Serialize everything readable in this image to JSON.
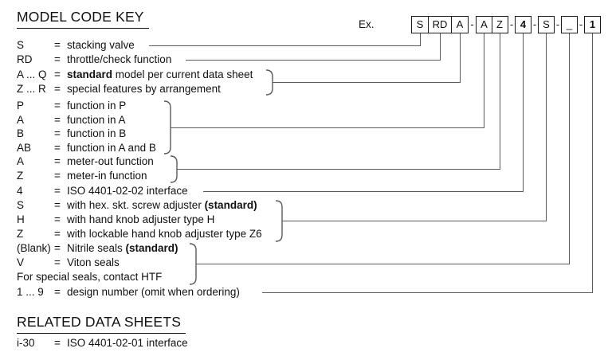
{
  "title": "MODEL CODE KEY",
  "example": {
    "label": "Ex.",
    "segments": [
      {
        "type": "box",
        "text": "S",
        "bold": false
      },
      {
        "type": "box",
        "text": "RD",
        "bold": false
      },
      {
        "type": "box",
        "text": "A",
        "bold": false
      },
      {
        "type": "sep",
        "text": "-"
      },
      {
        "type": "box",
        "text": "A",
        "bold": false
      },
      {
        "type": "box",
        "text": "Z",
        "bold": false
      },
      {
        "type": "sep",
        "text": "-"
      },
      {
        "type": "box",
        "text": "4",
        "bold": true
      },
      {
        "type": "sep",
        "text": "-"
      },
      {
        "type": "box",
        "text": "S",
        "bold": false
      },
      {
        "type": "sep",
        "text": "-"
      },
      {
        "type": "box",
        "text": "_",
        "bold": false
      },
      {
        "type": "sep",
        "text": "-"
      },
      {
        "type": "box",
        "text": "1",
        "bold": true
      }
    ]
  },
  "rows": [
    {
      "code": "S",
      "eq": "=",
      "pre": "stacking valve"
    },
    {
      "code": "RD",
      "eq": "=",
      "pre": "throttle/check function"
    },
    {
      "code": "A ... Q",
      "eq": "=",
      "pre": "",
      "bold": "standard",
      "post": " model per current data sheet"
    },
    {
      "code": "Z ... R",
      "eq": "=",
      "pre": "special features by arrangement"
    },
    {
      "code": "P",
      "eq": "=",
      "pre": "function in P"
    },
    {
      "code": "A",
      "eq": "=",
      "pre": "function in A"
    },
    {
      "code": "B",
      "eq": "=",
      "pre": "function in B"
    },
    {
      "code": "AB",
      "eq": "=",
      "pre": "function in A and B"
    },
    {
      "code": "A",
      "eq": "=",
      "pre": "meter-out function"
    },
    {
      "code": "Z",
      "eq": "=",
      "pre": "meter-in function"
    },
    {
      "code": "4",
      "eq": "=",
      "pre": "ISO 4401-02-02 interface"
    },
    {
      "code": "S",
      "eq": "=",
      "pre": "with hex. skt. screw adjuster ",
      "bold": "(standard)",
      "post": ""
    },
    {
      "code": "H",
      "eq": "=",
      "pre": "with hand knob adjuster type H"
    },
    {
      "code": "Z",
      "eq": "=",
      "pre": "with lockable hand knob adjuster type Z6"
    },
    {
      "code": "(Blank)",
      "eq": "=",
      "pre": "Nitrile seals ",
      "bold": "(standard)",
      "post": ""
    },
    {
      "code": "V",
      "eq": "=",
      "pre": "Viton seals"
    },
    {
      "code": "",
      "eq": "",
      "pre": "For special seals, contact HTF",
      "fullwidth": true
    },
    {
      "code": "1 ... 9",
      "eq": "=",
      "pre": "design number (omit when ordering)"
    }
  ],
  "related": {
    "title": "RELATED DATA SHEETS",
    "rows": [
      {
        "code": "i-30",
        "eq": "=",
        "pre": "ISO 4401-02-01 interface"
      }
    ]
  }
}
